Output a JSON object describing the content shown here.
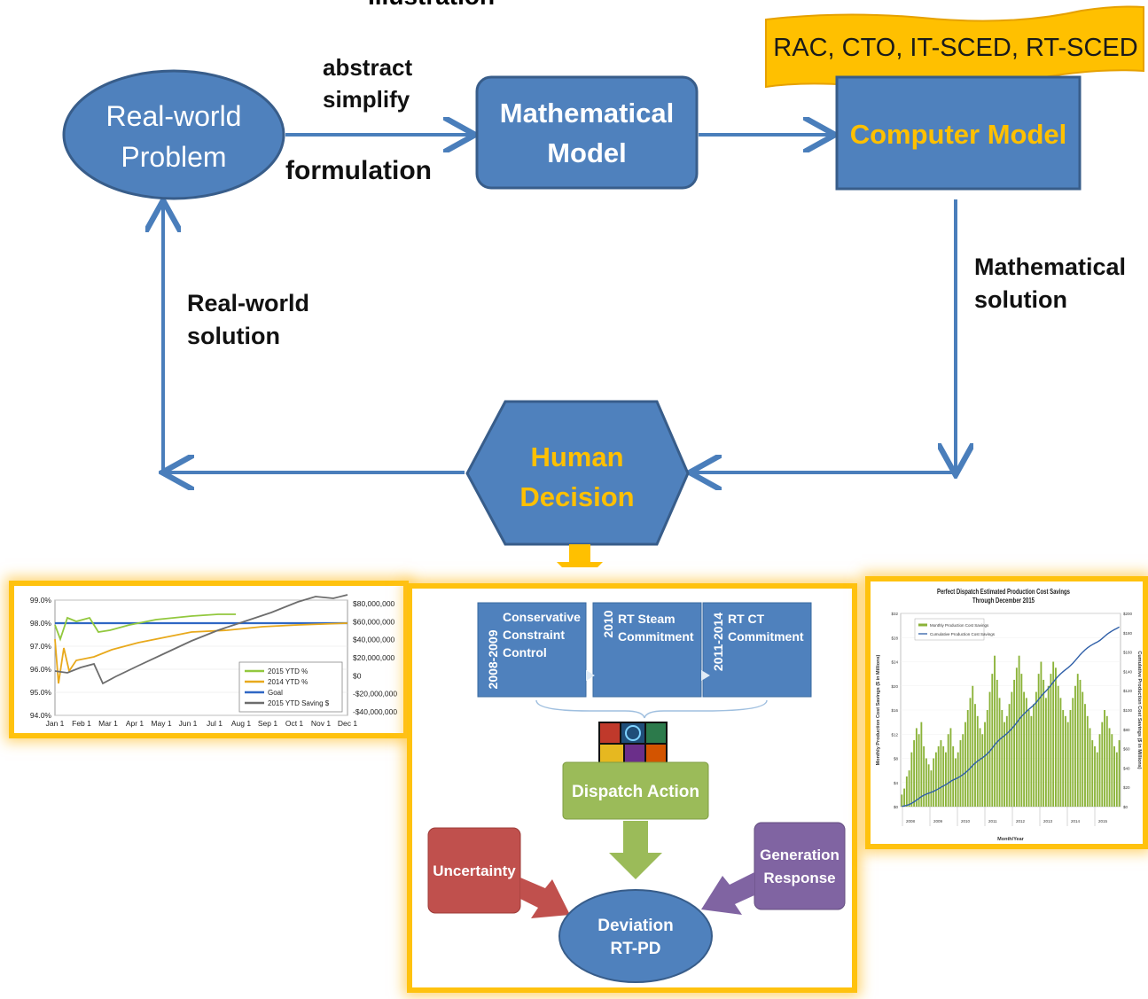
{
  "top_clip": "Illustration",
  "nodes": {
    "real_world_problem": [
      "Real-world",
      "Problem"
    ],
    "mathematical_model": [
      "Mathematical",
      "Model"
    ],
    "computer_model": "Computer Model",
    "human_decision": [
      "Human",
      "Decision"
    ],
    "banner": "RAC, CTO, IT-SCED, RT-SCED"
  },
  "edge_labels": {
    "abstract": "abstract",
    "simplify": "simplify",
    "formulation": "formulation",
    "math_solution": [
      "Mathematical",
      "solution"
    ],
    "real_solution": [
      "Real-",
      "world",
      "solution"
    ]
  },
  "colors": {
    "node_fill": "#4f81bd",
    "node_border": "#385d8a",
    "arrow": "#4a7ebb",
    "yellow_text": "#ffc000",
    "banner_fill": "#ffc000",
    "panel_border": "#ffc20e",
    "green_box": "#9bbb59",
    "red_box": "#c0504d",
    "purple_box": "#8064a2"
  },
  "left_chart": {
    "yl_ticks": [
      "99.0%",
      "98.0%",
      "97.0%",
      "96.0%",
      "95.0%",
      "94.0%"
    ],
    "yr_ticks": [
      "$80,000,000",
      "$60,000,000",
      "$40,000,000",
      "$20,000,000",
      "$0",
      "-$20,000,000",
      "-$40,000,000"
    ],
    "x_ticks": [
      "Jan 1",
      "Feb 1",
      "Mar 1",
      "Apr 1",
      "May 1",
      "Jun 1",
      "Jul 1",
      "Aug 1",
      "Sep 1",
      "Oct 1",
      "Nov 1",
      "Dec 1"
    ],
    "legend": [
      "2015 YTD %",
      "2014 YTD %",
      "Goal",
      "2015 YTD Saving $"
    ],
    "series_colors": [
      "#92c83e",
      "#e8a91c",
      "#2f67c4",
      "#6d6d6d"
    ]
  },
  "center_panel": {
    "timeline": [
      {
        "years": "2008-2009",
        "text": [
          "Conservative",
          "Constraint",
          "Control"
        ]
      },
      {
        "years": "2010",
        "text": [
          "RT Steam",
          "Commitment"
        ]
      },
      {
        "years": "2011-2014",
        "text": [
          "RT CT",
          "Commitment"
        ]
      }
    ],
    "dispatch_action": "Dispatch Action",
    "uncertainty": "Uncertainty",
    "generation_response": [
      "Generation",
      "Response"
    ],
    "deviation": [
      "Deviation",
      "RT-PD"
    ]
  },
  "right_chart": {
    "title": [
      "Perfect Dispatch Estimated Production Cost Savings",
      "Through December 2015"
    ],
    "legend": [
      "Monthly Production Cost Savings",
      "Cumulative Production Cost Savings"
    ],
    "ylabel_left": "Monthly Production Cost Savings ($ in Millions)",
    "ylabel_right": "Cumulative Production Cost Savings ($ in Millions)",
    "xlabel": "Month/Year",
    "year_ticks": [
      "2008",
      "2009",
      "2010",
      "2011",
      "2012",
      "2013",
      "2014",
      "2015"
    ],
    "yl_ticks": [
      "$32",
      "$28",
      "$24",
      "$20",
      "$16",
      "$12",
      "$8",
      "$4",
      "$0"
    ],
    "yr_ticks": [
      "$200",
      "$180",
      "$160",
      "$140",
      "$120",
      "$100",
      "$80",
      "$60",
      "$40",
      "$20",
      "$0"
    ],
    "monthly_values": [
      2,
      3,
      5,
      6,
      9,
      11,
      13,
      12,
      14,
      10,
      8,
      7,
      6,
      8,
      9,
      10,
      11,
      10,
      9,
      12,
      13,
      10,
      8,
      9,
      11,
      12,
      14,
      16,
      18,
      20,
      17,
      15,
      13,
      12,
      14,
      16,
      19,
      22,
      25,
      21,
      18,
      16,
      14,
      15,
      17,
      19,
      21,
      23,
      25,
      22,
      19,
      18,
      16,
      15,
      17,
      19,
      22,
      24,
      21,
      18,
      20,
      22,
      24,
      23,
      20,
      18,
      16,
      15,
      14,
      16,
      18,
      20,
      22,
      21,
      19,
      17,
      15,
      13,
      11,
      10,
      9,
      12,
      14,
      16,
      15,
      13,
      12,
      10,
      9,
      11
    ]
  }
}
